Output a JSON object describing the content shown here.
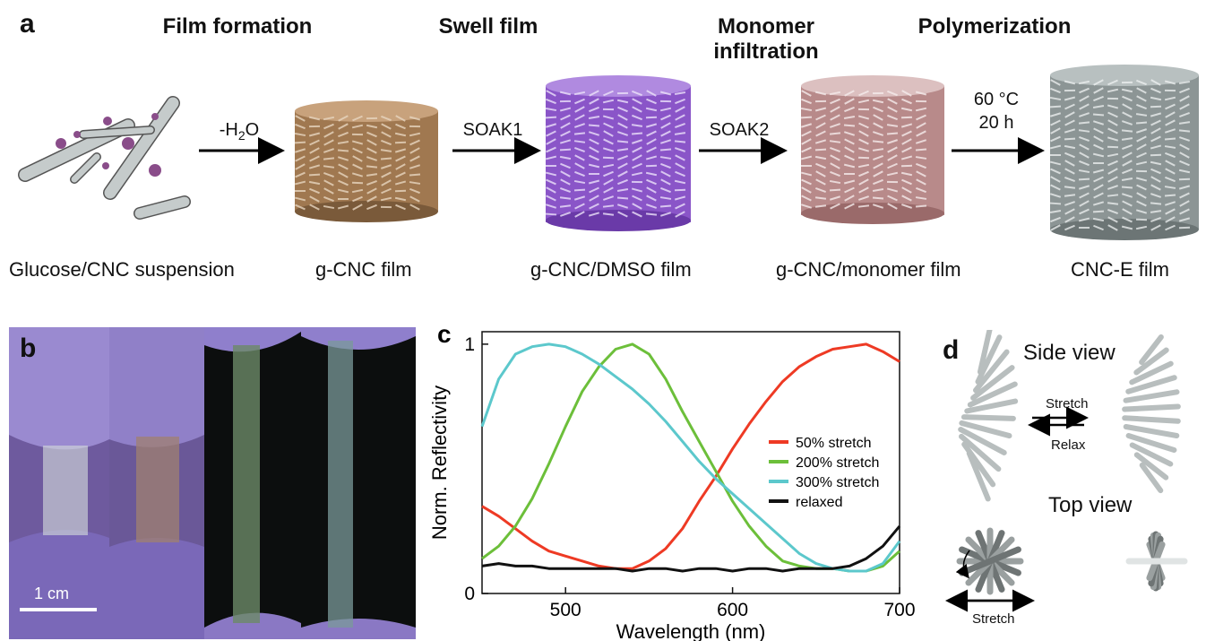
{
  "panel_a": {
    "letter": "a",
    "steps": {
      "film_formation": "Film formation",
      "swell_film": "Swell film",
      "monomer_infiltration_line1": "Monomer",
      "monomer_infiltration_line2": "infiltration",
      "polymerization": "Polymerization"
    },
    "arrows": {
      "dehydrate": {
        "main": "-H",
        "sub": "2",
        "tail": "O"
      },
      "soak1": "SOAK1",
      "soak2": "SOAK2",
      "polymerize_line1": "60 °C",
      "polymerize_line2": "20 h"
    },
    "labels": {
      "suspension": "Glucose/CNC suspension",
      "gcnc": "g-CNC film",
      "gcnc_dmso": "g-CNC/DMSO film",
      "gcnc_monomer": "g-CNC/monomer film",
      "cnce": "CNC-E film"
    },
    "colors": {
      "gcnc": "#a07850",
      "gcnc_dmso": "#8a55c8",
      "gcnc_monomer": "#b88a8a",
      "cnce": "#8c9595",
      "rods": "#c5cbcb",
      "glucose": "#8a4d8a"
    }
  },
  "panel_b": {
    "letter": "b",
    "scale_bar": "1 cm"
  },
  "panel_c": {
    "letter": "c",
    "chart_data": {
      "type": "line",
      "xlabel": "Wavelength (nm)",
      "ylabel": "Norm. Reflectivity",
      "xlim": [
        450,
        700
      ],
      "ylim": [
        0,
        1.05
      ],
      "x_ticks": [
        "500",
        "600",
        "700"
      ],
      "y_ticks": [
        "0",
        "1"
      ],
      "legend_position": "right",
      "series": [
        {
          "name": "50% stretch",
          "color": "#ee3a24",
          "x": [
            450,
            460,
            470,
            480,
            490,
            500,
            510,
            520,
            530,
            540,
            550,
            560,
            570,
            580,
            590,
            600,
            610,
            620,
            630,
            640,
            650,
            660,
            670,
            680,
            690,
            700
          ],
          "y": [
            0.35,
            0.31,
            0.26,
            0.21,
            0.17,
            0.15,
            0.13,
            0.11,
            0.1,
            0.1,
            0.13,
            0.18,
            0.26,
            0.37,
            0.47,
            0.58,
            0.68,
            0.77,
            0.85,
            0.91,
            0.95,
            0.98,
            0.99,
            1.0,
            0.97,
            0.93
          ]
        },
        {
          "name": "200% stretch",
          "color": "#6cbf3a",
          "x": [
            450,
            460,
            470,
            480,
            490,
            500,
            510,
            520,
            530,
            540,
            550,
            560,
            570,
            580,
            590,
            600,
            610,
            620,
            630,
            640,
            650,
            660,
            670,
            680,
            690,
            700
          ],
          "y": [
            0.14,
            0.19,
            0.27,
            0.38,
            0.52,
            0.67,
            0.81,
            0.91,
            0.98,
            1.0,
            0.96,
            0.86,
            0.73,
            0.61,
            0.49,
            0.37,
            0.27,
            0.19,
            0.13,
            0.11,
            0.1,
            0.1,
            0.09,
            0.09,
            0.11,
            0.17
          ]
        },
        {
          "name": "300% stretch",
          "color": "#5cc8cc",
          "x": [
            450,
            460,
            470,
            480,
            490,
            500,
            510,
            520,
            530,
            540,
            550,
            560,
            570,
            580,
            590,
            600,
            610,
            620,
            630,
            640,
            650,
            660,
            670,
            680,
            690,
            700
          ],
          "y": [
            0.67,
            0.86,
            0.96,
            0.99,
            1.0,
            0.99,
            0.96,
            0.92,
            0.87,
            0.82,
            0.76,
            0.69,
            0.61,
            0.53,
            0.46,
            0.4,
            0.34,
            0.28,
            0.22,
            0.16,
            0.12,
            0.1,
            0.09,
            0.09,
            0.12,
            0.21
          ]
        },
        {
          "name": "relaxed",
          "color": "#111111",
          "x": [
            450,
            460,
            470,
            480,
            490,
            500,
            510,
            520,
            530,
            540,
            550,
            560,
            570,
            580,
            590,
            600,
            610,
            620,
            630,
            640,
            650,
            660,
            670,
            680,
            690,
            700
          ],
          "y": [
            0.11,
            0.12,
            0.11,
            0.11,
            0.1,
            0.1,
            0.1,
            0.1,
            0.1,
            0.09,
            0.1,
            0.1,
            0.09,
            0.1,
            0.1,
            0.09,
            0.1,
            0.1,
            0.09,
            0.1,
            0.1,
            0.1,
            0.11,
            0.14,
            0.19,
            0.27
          ]
        }
      ]
    }
  },
  "panel_d": {
    "letter": "d",
    "side_view": "Side view",
    "top_view": "Top view",
    "stretch": "Stretch",
    "relax": "Relax",
    "stretch_bottom": "Stretch"
  }
}
